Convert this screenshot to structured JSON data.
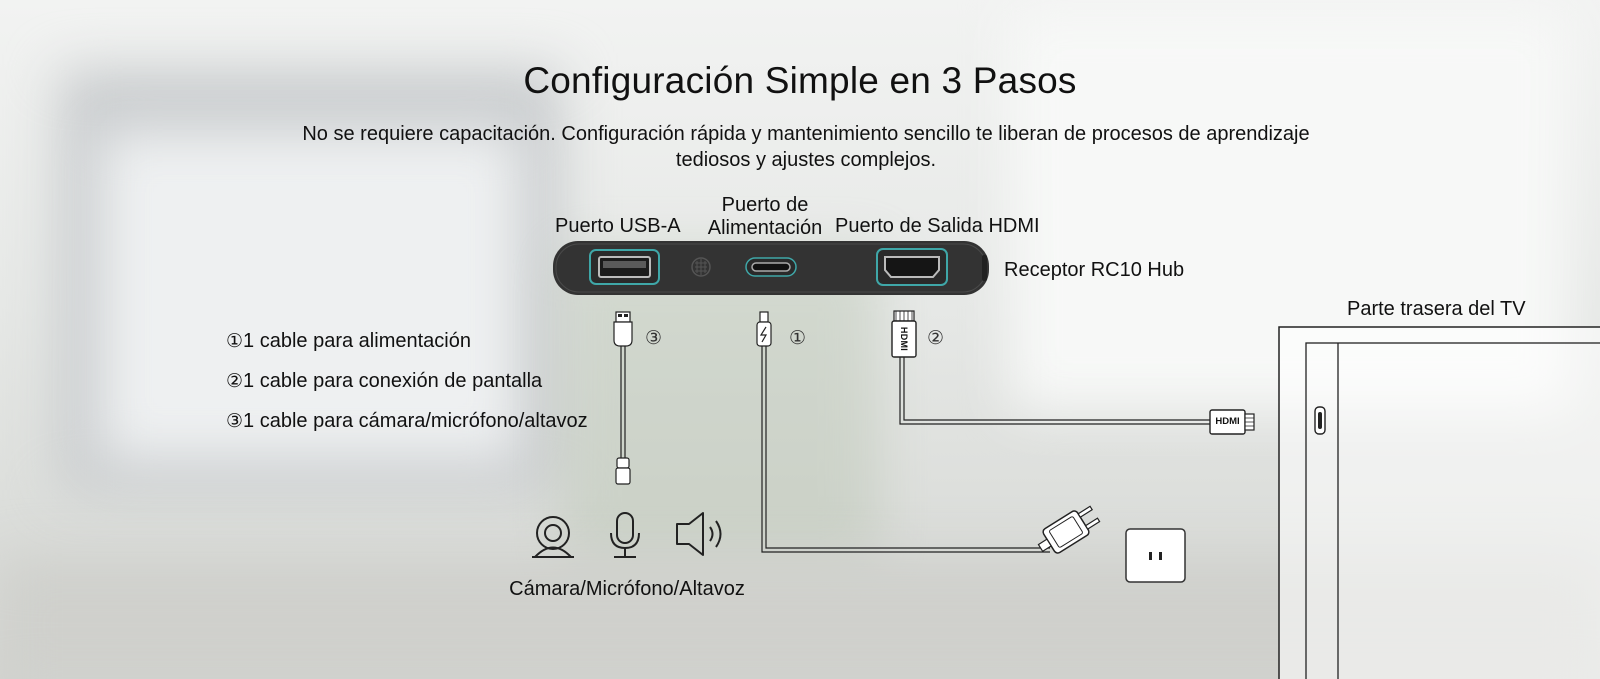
{
  "title": "Configuración Simple en 3 Pasos",
  "subtitle": "No se requiere capacitación. Configuración rápida y mantenimiento sencillo te liberan de procesos de aprendizaje tediosos y ajustes complejos.",
  "hub": {
    "name": "Receptor RC10 Hub",
    "ports": {
      "usb_a": "Puerto USB-A",
      "power_line1": "Puerto de",
      "power_line2": "Alimentación",
      "hdmi_out": "Puerto de Salida HDMI"
    }
  },
  "steps": [
    {
      "num": "①",
      "text": "1 cable para alimentación"
    },
    {
      "num": "②",
      "text": "1 cable para conexión de pantalla"
    },
    {
      "num": "③",
      "text": "1 cable para cámara/micrófono/altavoz"
    }
  ],
  "cable_markers": {
    "usb": "③",
    "power": "①",
    "hdmi": "②"
  },
  "connector_text": {
    "hdmi_vertical": "HDMI",
    "hdmi_horizontal": "HDMI"
  },
  "peripherals_label": "Cámara/Micrófono/Altavoz",
  "tv_label": "Parte trasera del TV",
  "icons": [
    "usb-a-plug-icon",
    "usb-c-plug-icon",
    "lightning-icon",
    "hdmi-plug-icon",
    "camera-icon",
    "microphone-icon",
    "speaker-icon",
    "power-adapter-icon",
    "wall-outlet-icon",
    "tv-hdmi-port-icon"
  ],
  "colors": {
    "hub_body": "#333333",
    "port_highlight": "#3fa7a8",
    "text": "#111111",
    "line": "#222222"
  }
}
